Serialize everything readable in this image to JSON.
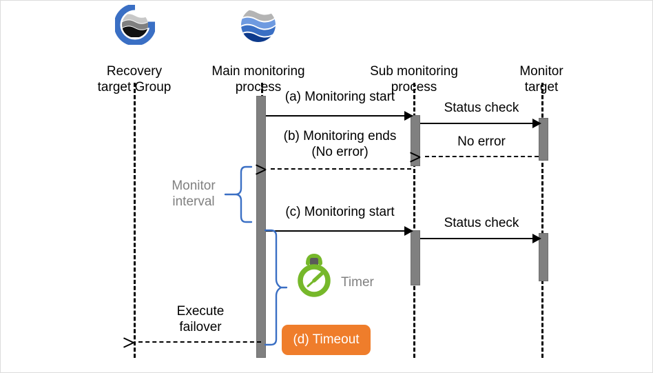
{
  "diagram": {
    "title": "Monitoring sequence with timeout and failover",
    "colors": {
      "activation_gray": "#808080",
      "brace_blue": "#3a6fc4",
      "annotation_gray": "#808080",
      "timer_green": "#76b82a",
      "badge_orange": "#ef7d2b",
      "lifeline_black": "#000000"
    }
  },
  "actors": [
    {
      "id": "recovery-target-group",
      "label": "Recovery\ntarget Group",
      "icon": "globe-g-logo-icon"
    },
    {
      "id": "main-monitoring-process",
      "label": "Main monitoring\nprocess",
      "icon": "globe-logo-icon"
    },
    {
      "id": "sub-monitoring-process",
      "label": "Sub monitoring\nprocess",
      "icon": null
    },
    {
      "id": "monitor-target",
      "label": "Monitor\ntarget",
      "icon": null
    }
  ],
  "messages": [
    {
      "id": "a-monitoring-start",
      "label": "(a) Monitoring start",
      "style": "solid",
      "direction": "right"
    },
    {
      "id": "status-check-1",
      "label": "Status check",
      "style": "solid",
      "direction": "right"
    },
    {
      "id": "b-monitoring-ends",
      "label": "(b) Monitoring ends\n(No error)",
      "style": "dashed",
      "direction": "left"
    },
    {
      "id": "no-error",
      "label": "No error",
      "style": "dashed",
      "direction": "left"
    },
    {
      "id": "c-monitoring-start",
      "label": "(c) Monitoring start",
      "style": "solid",
      "direction": "right"
    },
    {
      "id": "status-check-2",
      "label": "Status check",
      "style": "solid",
      "direction": "right"
    },
    {
      "id": "execute-failover",
      "label": "Execute\nfailover",
      "style": "dashed",
      "direction": "left"
    }
  ],
  "annotations": [
    {
      "id": "monitor-interval",
      "label": "Monitor\ninterval"
    },
    {
      "id": "timer",
      "label": "Timer"
    }
  ],
  "badges": [
    {
      "id": "timeout",
      "label": "(d) Timeout"
    }
  ]
}
